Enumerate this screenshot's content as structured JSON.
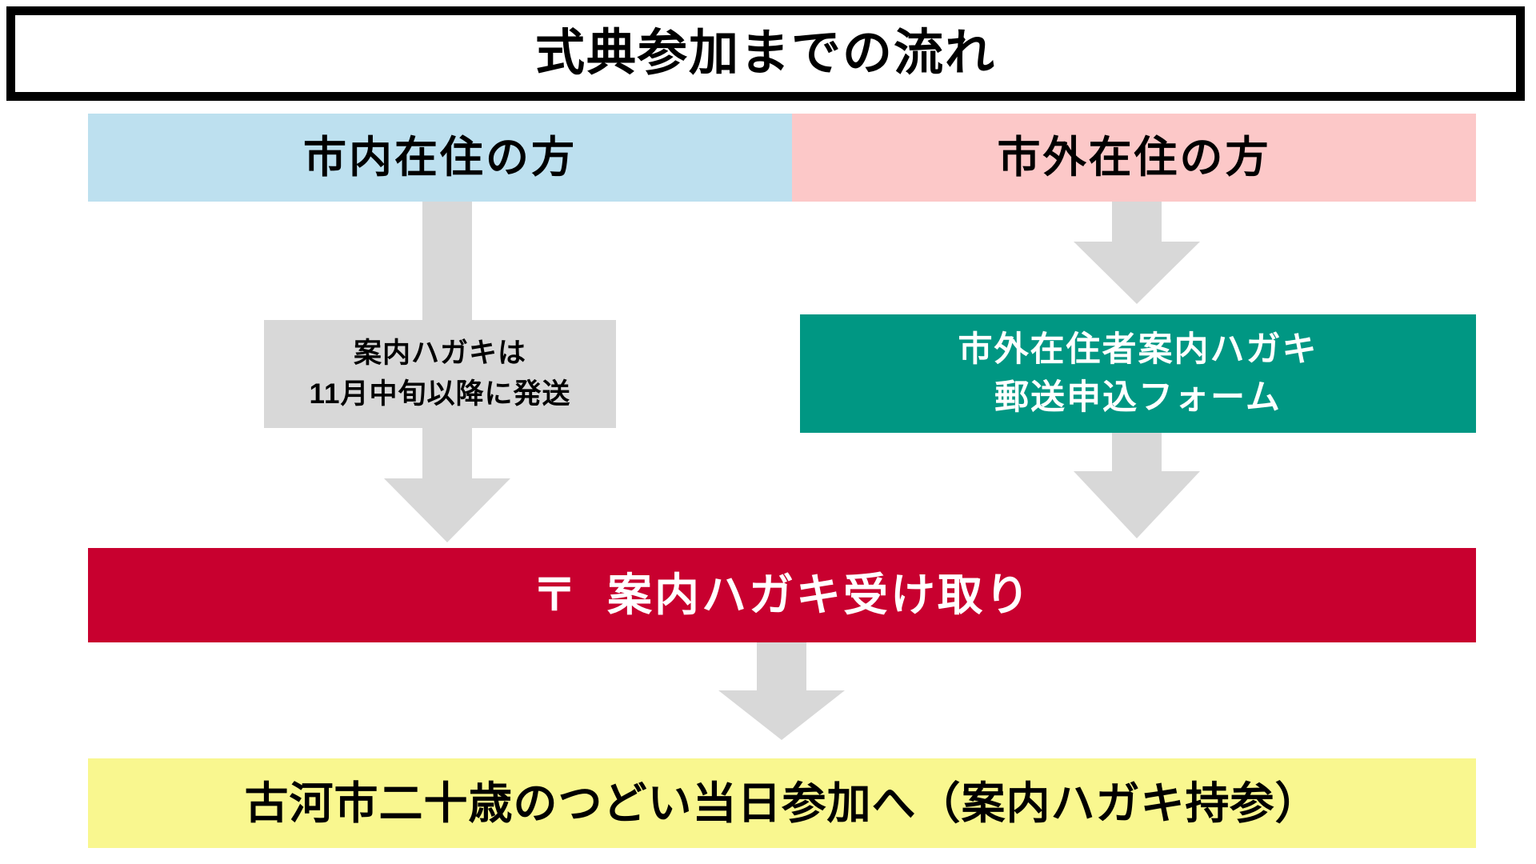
{
  "title": {
    "text": "式典参加までの流れ"
  },
  "columns": [
    {
      "key": "inside",
      "label": "市内在住の方",
      "bg_color": "#bde0ef"
    },
    {
      "key": "outside",
      "label": "市外在住の方",
      "bg_color": "#fcc8c8"
    }
  ],
  "left_branch": {
    "note": {
      "line1": "案内ハガキは",
      "line2": "11月中旬以降に発送",
      "bg_color": "#d8d8d8",
      "text_color": "#000000"
    }
  },
  "right_branch": {
    "form_box": {
      "line1": "市外在住者案内ハガキ",
      "line2": "郵送申込フォーム",
      "bg_color": "#009783",
      "text_color": "#ffffff"
    }
  },
  "receive_step": {
    "postal_mark": "〒",
    "text": "案内ハガキ受け取り",
    "bg_color": "#c8002f",
    "text_color": "#ffffff"
  },
  "final_step": {
    "text": "古河市二十歳のつどい当日参加へ（案内ハガキ持参）",
    "bg_color": "#f9f78f",
    "text_color": "#000000"
  },
  "arrows": {
    "color": "#d8d8d8",
    "items": [
      {
        "name": "arrow-inside-to-note",
        "direction": "down"
      },
      {
        "name": "arrow-note-to-receive",
        "direction": "down"
      },
      {
        "name": "arrow-outside-to-form",
        "direction": "down"
      },
      {
        "name": "arrow-form-to-receive",
        "direction": "down"
      },
      {
        "name": "arrow-receive-to-final",
        "direction": "down"
      }
    ]
  }
}
